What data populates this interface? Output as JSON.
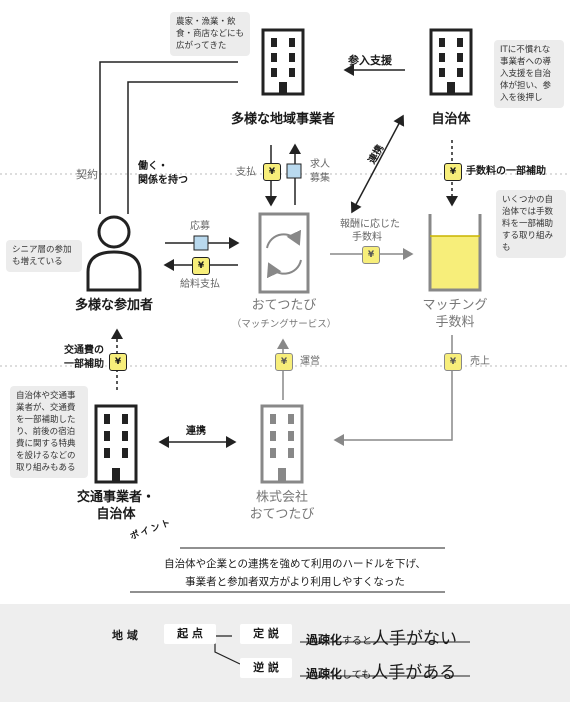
{
  "notes": {
    "top_left": "農家・漁業・飲食・商店などにも広がってきた",
    "top_right": "ITに不慣れな事業者への導入支援を自治体が担い、参入を後押し",
    "left_mid": "シニア層の参加も増えている",
    "right_mid": "いくつかの自治体では手数料を一部補助する取り組みも",
    "left_low": "自治体や交通事業者が、交通費を一部補助したり、前後の宿泊費に関する特典を設けるなどの取り組みもある"
  },
  "nodes": {
    "businesses": "多様な地域事業者",
    "local_gov": "自治体",
    "participants": "多様な参加者",
    "service_name": "おてつたび",
    "service_sub": "（マッチングサービス）",
    "fee_line1": "マッチング",
    "fee_line2": "手数料",
    "transport_line1": "交通事業者・",
    "transport_line2": "自治体",
    "company_line1": "株式会社",
    "company_line2": "おてつたび"
  },
  "edges": {
    "entry_support": "参入支援",
    "collab_diag": "連携",
    "contract": "契約",
    "work_rel_1": "働く・",
    "work_rel_2": "関係を持つ",
    "payment": "支払",
    "recruit_1": "求人",
    "recruit_2": "募集",
    "fee_subsidy": "手数料の一部補助",
    "apply": "応募",
    "salary": "給料支払",
    "fee_by_reward_1": "報酬に応じた",
    "fee_by_reward_2": "手数料",
    "transport_subsidy_1": "交通費の",
    "transport_subsidy_2": "一部補助",
    "operation": "運営",
    "sales": "売上",
    "collab_horiz": "連携"
  },
  "symbols": {
    "yen": "¥"
  },
  "point": {
    "tag": "ポイント",
    "line1": "自治体や企業との連携を強めて利用のハードルを下げ、",
    "line2": "事業者と参加者双方がより利用しやすくなった"
  },
  "bottom": {
    "region": "地 域",
    "start": "起 点",
    "thesis": "定 説",
    "paradox": "逆 説",
    "thesis_text_a": "過疎化",
    "thesis_text_b": "すると",
    "thesis_text_c": "人手がない",
    "paradox_text_a": "過疎化",
    "paradox_text_b": "しても",
    "paradox_text_c": "人手がある"
  },
  "colors": {
    "yellow": "#f7ee7a",
    "yellow_stroke": "#c8b400",
    "blue_box": "#b9d9ee",
    "gray_building": "#888888"
  }
}
